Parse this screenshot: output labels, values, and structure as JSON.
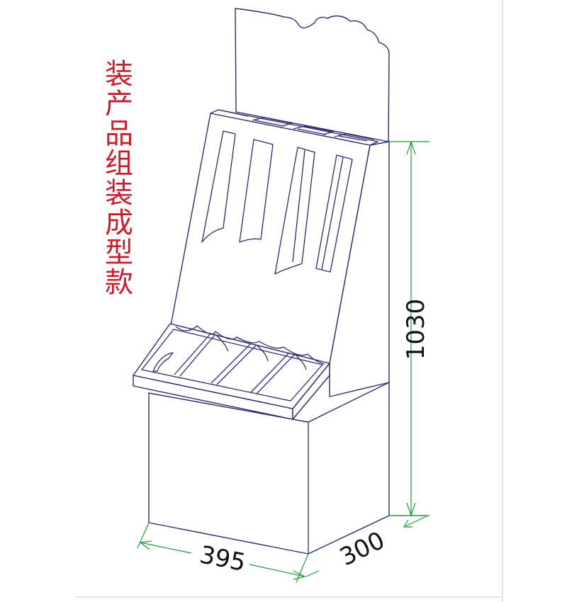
{
  "title": [
    "装",
    "产",
    "品",
    "组",
    "装",
    "成",
    "型",
    "款"
  ],
  "dimensions": {
    "height": "1030",
    "width": "395",
    "depth": "300"
  },
  "colors": {
    "outline": "#2b2b6e",
    "dimension": "#1f9a3a",
    "title": "#c81e2e"
  }
}
